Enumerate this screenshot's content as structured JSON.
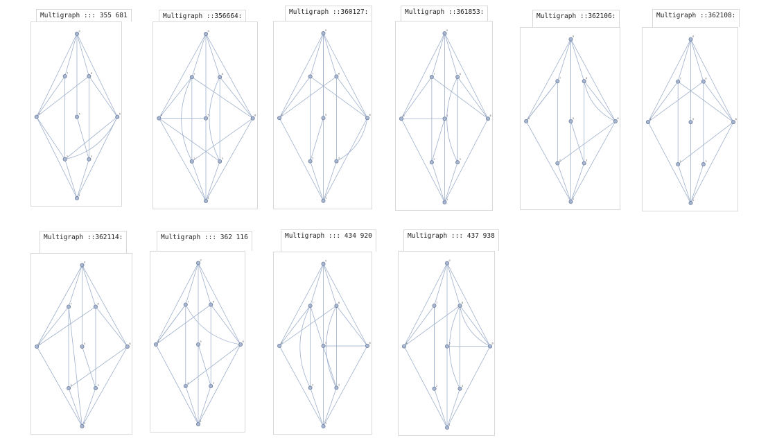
{
  "panels": [
    {
      "title": "Multigraph ::: 355 681"
    },
    {
      "title": "Multigraph ::356664:"
    },
    {
      "title": "Multigraph ::360127:"
    },
    {
      "title": "Multigraph ::361853:"
    },
    {
      "title": "Multigraph ::362106:"
    },
    {
      "title": "Multigraph ::362108:"
    },
    {
      "title": "Multigraph ::362114:"
    },
    {
      "title": "Multigraph ::: 362 116"
    },
    {
      "title": "Multigraph ::: 434 920"
    },
    {
      "title": "Multigraph ::: 437 938"
    }
  ],
  "vertex_labels": [
    "0",
    "1",
    "2",
    "3",
    "4",
    "5",
    "6",
    "7",
    "8",
    "9"
  ],
  "colors": {
    "edge": "#9fb0cc",
    "vertex": "#a8b6cf",
    "vertex_stroke": "#6d7fa0",
    "frame": "#d8d8d8"
  }
}
